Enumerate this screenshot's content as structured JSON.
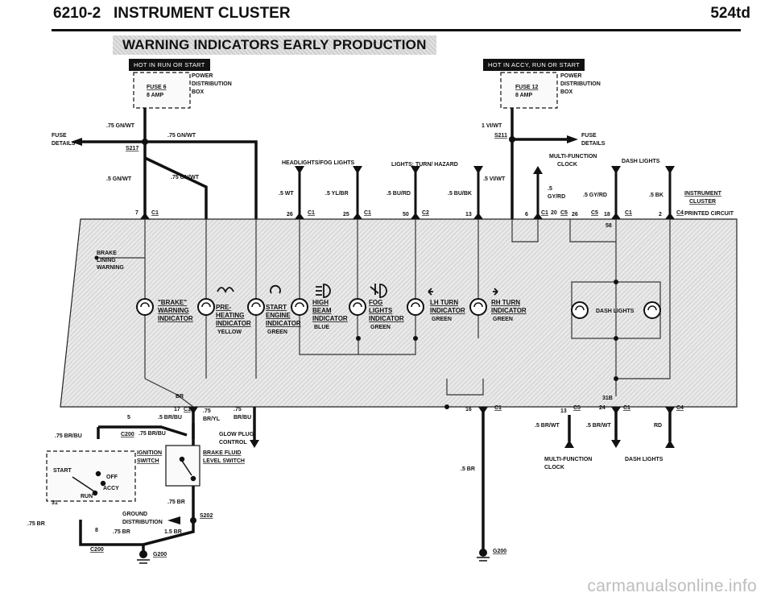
{
  "header": {
    "section": "6210-2",
    "title": "INSTRUMENT CLUSTER",
    "model": "524td",
    "banner": "WARNING INDICATORS EARLY PRODUCTION"
  },
  "hot_labels": {
    "left": "HOT IN RUN OR START",
    "right": "HOT IN ACCY, RUN OR START"
  },
  "fuse_left": {
    "fuse": "FUSE 6",
    "amp": "8 AMP",
    "power": "POWER",
    "dist": "DISTRIBUTION",
    "box": "BOX"
  },
  "fuse_right": {
    "fuse": "FUSE 12",
    "amp": "8 AMP",
    "power": "POWER",
    "dist": "DISTRIBUTION",
    "box": "BOX"
  },
  "fuse_details": {
    "line1": "FUSE",
    "line2": "DETAILS"
  },
  "splice": {
    "s217": "S217",
    "s211": "S211",
    "s202": "S202"
  },
  "top_labels": {
    "headlights": "HEADLIGHTS/FOG LIGHTS",
    "lights_turn": "LIGHTS: TURN/ HAZARD",
    "mfc": "MULTI-FUNCTION",
    "clock": "CLOCK",
    "dash_lights": "DASH LIGHTS",
    "instrument": "INSTRUMENT",
    "cluster": "CLUSTER",
    "printed": "PRINTED CIRCUIT"
  },
  "wires_top": {
    "gnwt1": ".75 GN/WT",
    "gnwt2": ".75 GN/WT",
    "gnwt3": ".5 GN/WT",
    "gnwt4": ".75 GN/WT",
    "vlwt1": "1 VI/WT",
    "vlwt2": ".5 VI/WT",
    "wt": ".5 WT",
    "ylbr": ".5 YL/BR",
    "burd": ".5 BU/RD",
    "bubk": ".5 BU/BK",
    "gyrd1a": ".5",
    "gyrd1b": "GY/RD",
    "gyrd2": ".5 GY/RD",
    "bk": ".5 BK"
  },
  "pins_top": {
    "p7": "7",
    "p26": "26",
    "p25": "25",
    "p50": "50",
    "p13": "13",
    "p6": "6",
    "p20": "20",
    "p26b": "26",
    "p18": "18",
    "p2": "2",
    "p58": "58",
    "c1": "C1",
    "c2": "C2",
    "c5": "C5",
    "c4": "C4"
  },
  "indicators": {
    "brake_lining": [
      "BRAKE",
      "LINING",
      "WARNING"
    ],
    "brake_warning": [
      "\"BRAKE\"",
      "WARNING",
      "INDICATOR"
    ],
    "preheat": [
      "PRE-",
      "HEATING",
      "INDICATOR",
      "YELLOW"
    ],
    "start_engine": [
      "START",
      "ENGINE",
      "INDICATOR",
      "GREEN"
    ],
    "high_beam": [
      "HIGH",
      "BEAM",
      "INDICATOR",
      "BLUE"
    ],
    "fog_lights": [
      "FOG",
      "LIGHTS",
      "INDICATOR",
      "GREEN"
    ],
    "lh_turn": [
      "LH TURN",
      "INDICATOR",
      "GREEN"
    ],
    "rh_turn": [
      "RH TURN",
      "INDICATOR",
      "GREEN"
    ],
    "dash_lights": "DASH LIGHTS"
  },
  "bottom": {
    "br": "BR",
    "p17": "17",
    "c1a": "C1",
    "w75a": ".75",
    "brylw": "BR/YL",
    "w75b": ".75",
    "brbu": "BR/BU",
    "n5": "5",
    "brbu5": ".5 BR/BU",
    "brbu75": ".75 BR/BU",
    "c200": "C200",
    "brbu_c200": ".75 BR/BU",
    "glow1": "GLOW PLUG",
    "glow2": "CONTROL",
    "ign1": "IGNITION",
    "ign2": "SWITCH",
    "start": "START",
    "off": "OFF",
    "accy": "ACCY",
    "run": "RUN",
    "p31": "31",
    "brake_fluid1": "BRAKE FLUID",
    "brake_fluid2": "LEVEL SWITCH",
    "br75a": ".75 BR",
    "ground1": "GROUND",
    "ground2": "DISTRIBUTION",
    "br75b": ".75 BR",
    "p8": "8",
    "br75c": ".75 BR",
    "br15": "1.5 BR",
    "c200b": "C200",
    "g200a": "G200",
    "p16": "16",
    "c1b": "C1",
    "br5": ".5 BR",
    "g200b": "G200",
    "p13b": "13",
    "c5b": "C5",
    "p24": "24",
    "c1c": "C1",
    "c4b": "C4",
    "p31b": "31B",
    "brwt1": ".5 BR/WT",
    "brwt2": ".5 BR/WT",
    "rd": "RD",
    "mfc1": "MULTI-FUNCTION",
    "mfc2": "CLOCK",
    "dash2": "DASH LIGHTS"
  },
  "watermark": "carmanualsonline.info"
}
